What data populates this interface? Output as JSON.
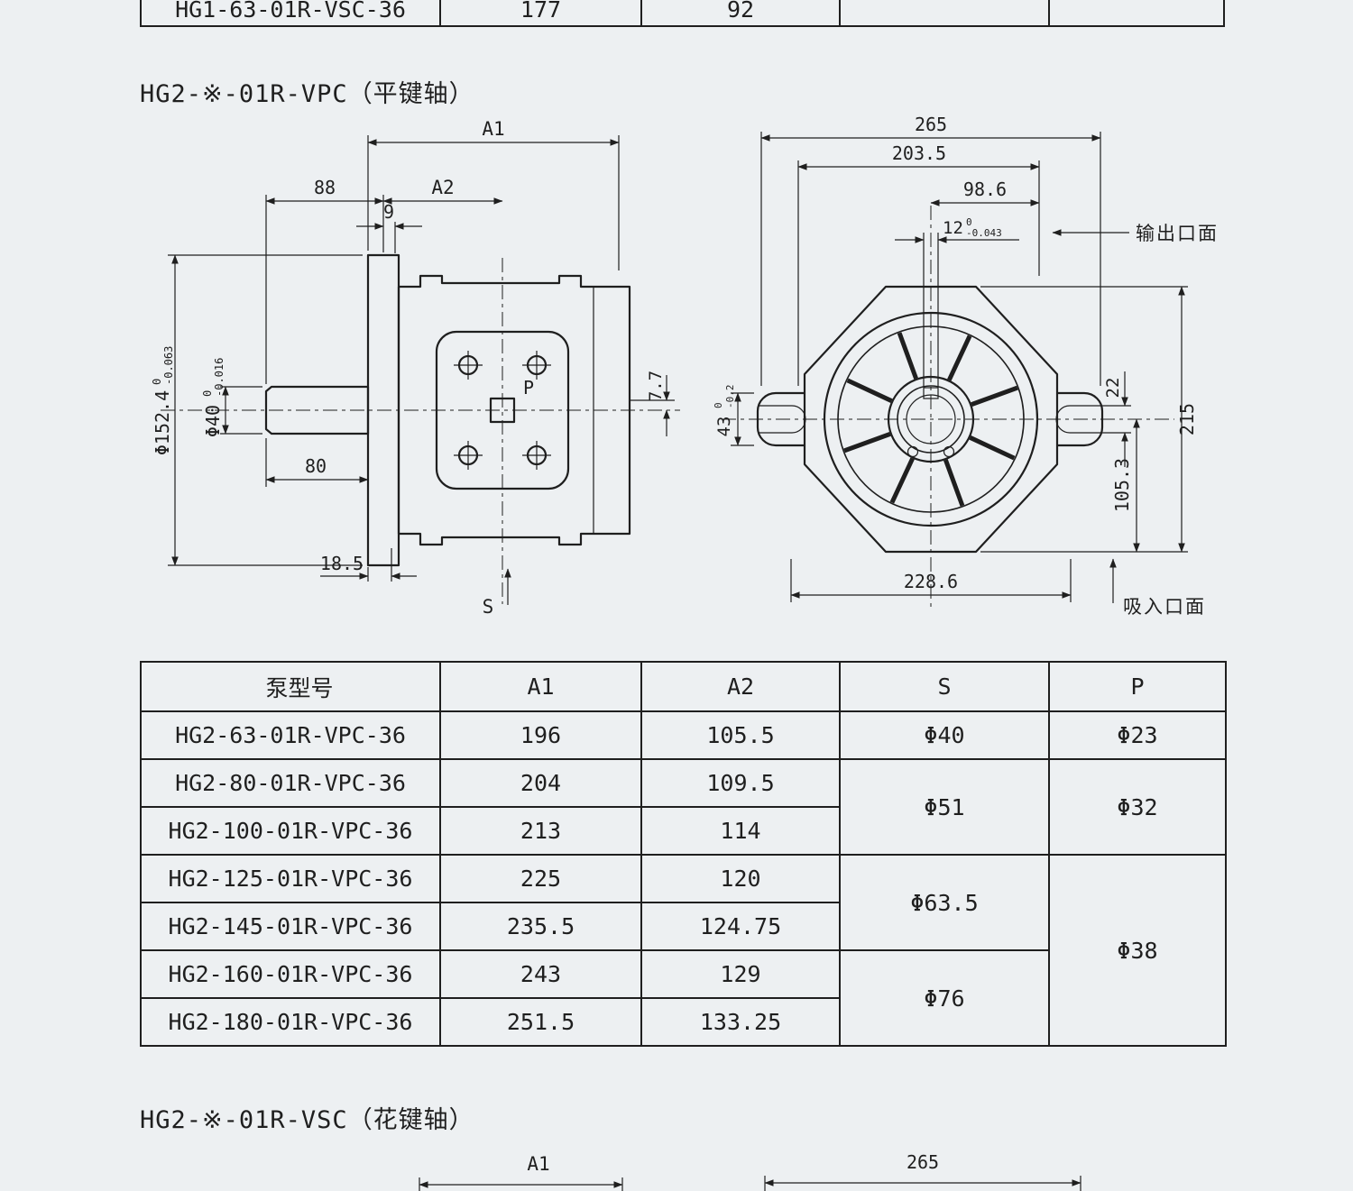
{
  "page": {
    "bg": "#edf0f2",
    "ink": "#1f1f1f"
  },
  "top_table": {
    "model": "HG1-63-01R-VSC-36",
    "a1": "177",
    "a2": "92"
  },
  "sections": {
    "vpc_title": "HG2-※-01R-VPC（平键轴）",
    "vsc_title": "HG2-※-01R-VSC（花键轴）"
  },
  "side_view": {
    "a1": "A1",
    "a2": "A2",
    "dim_88": "88",
    "dim_9": "9",
    "flange_dia": "Φ152.4",
    "flange_dia_tol_upper": "0",
    "flange_dia_tol_lower": "-0.063",
    "shaft_dia": "Φ40",
    "shaft_dia_tol_upper": "0",
    "shaft_dia_tol_lower": "-0.016",
    "dim_80": "80",
    "dim_18_5": "18.5",
    "dim_7_7": "7.7",
    "port_p": "P",
    "port_s": "S"
  },
  "front_view": {
    "dim_265": "265",
    "dim_203_5": "203.5",
    "dim_98_6": "98.6",
    "key_width": "12",
    "key_width_tol_upper": "0",
    "key_width_tol_lower": "-0.043",
    "outlet_label": "输出口面",
    "dim_22": "22",
    "dim_215": "215",
    "dim_43": "43",
    "dim_43_tol_upper": "0",
    "dim_43_tol_lower": "-0.2",
    "dim_105_3": "105.3",
    "dim_228_6": "228.6",
    "inlet_label": "吸入口面"
  },
  "spec_table": {
    "headers": {
      "model": "泵型号",
      "a1": "A1",
      "a2": "A2",
      "s": "S",
      "p": "P"
    },
    "rows": [
      {
        "model": "HG2-63-01R-VPC-36",
        "a1": "196",
        "a2": "105.5"
      },
      {
        "model": "HG2-80-01R-VPC-36",
        "a1": "204",
        "a2": "109.5"
      },
      {
        "model": "HG2-100-01R-VPC-36",
        "a1": "213",
        "a2": "114"
      },
      {
        "model": "HG2-125-01R-VPC-36",
        "a1": "225",
        "a2": "120"
      },
      {
        "model": "HG2-145-01R-VPC-36",
        "a1": "235.5",
        "a2": "124.75"
      },
      {
        "model": "HG2-160-01R-VPC-36",
        "a1": "243",
        "a2": "129"
      },
      {
        "model": "HG2-180-01R-VPC-36",
        "a1": "251.5",
        "a2": "133.25"
      }
    ],
    "s_merged": {
      "r0": "Φ40",
      "r1_2": "Φ51",
      "r3_4": "Φ63.5",
      "r5_6": "Φ76"
    },
    "p_merged": {
      "r0": "Φ23",
      "r1_2": "Φ32",
      "r3_6": "Φ38"
    }
  },
  "bottom_view": {
    "a1": "A1",
    "dim_265": "265"
  }
}
